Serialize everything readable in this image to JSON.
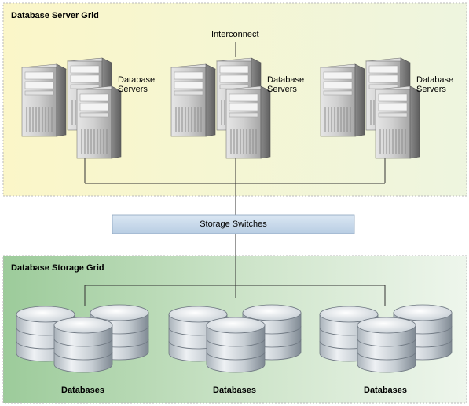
{
  "server_grid": {
    "title": "Database Server Grid",
    "interconnect_label": "Interconnect",
    "groups": [
      {
        "label_line1": "Database",
        "label_line2": "Servers"
      },
      {
        "label_line1": "Database",
        "label_line2": "Servers"
      },
      {
        "label_line1": "Database",
        "label_line2": "Servers"
      }
    ]
  },
  "switches": {
    "label": "Storage Switches"
  },
  "storage_grid": {
    "title": "Database Storage Grid",
    "groups": [
      {
        "label": "Databases"
      },
      {
        "label": "Databases"
      },
      {
        "label": "Databases"
      }
    ]
  },
  "colors": {
    "server_grid_bg_start": "#fbf6c8",
    "server_grid_bg_end": "#eef5df",
    "storage_grid_bg_start": "#9ccb9a",
    "storage_grid_bg_end": "#eef6ec",
    "switch_fill": "#c7d8ea",
    "border": "#bbbbbb"
  }
}
